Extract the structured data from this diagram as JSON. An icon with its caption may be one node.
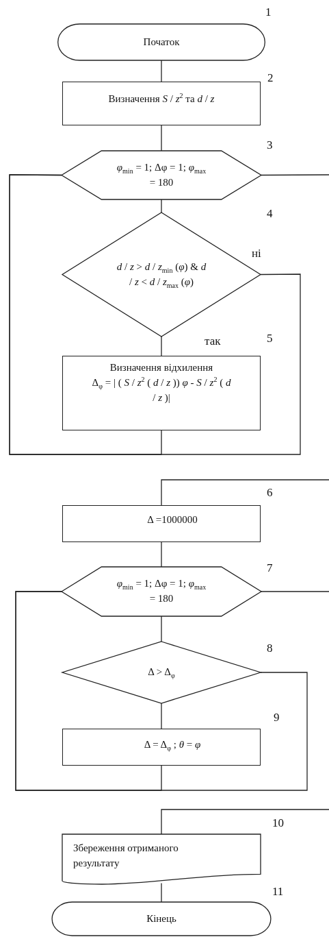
{
  "diagram": {
    "nodes": [
      {
        "text": [
          "Початок"
        ],
        "beside": [
          "1"
        ]
      },
      {
        "text": [
          "Визначення *S* / *z*$^{2}$ та *d* / *z*"
        ],
        "beside": [
          "2"
        ]
      },
      {
        "text": [
          "*φ*$_{min}$ = 1; Δφ = 1; *φ*$_{max}$ = 180"
        ],
        "beside": [
          "3"
        ]
      },
      {
        "text": [
          "*d* / *z* > *d* / *z*$_{min}$ (*φ*) & *d* / *z* < *d* / *z*$_{max}$ (*φ*)"
        ],
        "beside": [
          "4"
        ]
      },
      {
        "text": [
          "Визначення відхилення",
          "Δ$_{φ}$ = | ( *S* / *z*$^{2}$ ( *d* / *z* )) *φ* - *S* / *z*$^{2}$ ( *d* / *z* )|"
        ]
      },
      {
        "text": [
          "Δ =1000000"
        ],
        "beside": [
          "6"
        ]
      },
      {
        "text": [
          "*φ*$_{min}$ = 1; Δφ = 1; *φ*$_{max}$ = 180"
        ],
        "beside": [
          "7"
        ]
      },
      {
        "text": [
          "Δ > Δ$_{φ}$"
        ],
        "beside": [
          "8"
        ]
      },
      {
        "text": [
          "Δ = Δ$_{φ}$ ; *θ* = *φ*"
        ],
        "beside": [
          "9"
        ]
      },
      {
        "text": [
          "Збереження отриманого результату"
        ],
        "beside": [
          "10"
        ]
      },
      {
        "text": [
          "Кінець"
        ],
        "beside": [
          "11"
        ]
      }
    ],
    "edges": [
      {
        "from": 0,
        "to": 1,
        "arrow": "none"
      },
      {
        "from": 1,
        "to": 2,
        "arrow": "none"
      },
      {
        "from": 2,
        "to": 3,
        "arrow": "none"
      },
      {
        "from": 3,
        "to": 4,
        "arrow": "none",
        "label": "так"
      },
      {
        "from": 4,
        "to": 2,
        "arrow": "none"
      },
      {
        "from": 3,
        "to": 2,
        "arrow": "none",
        "label": "ні"
      },
      {
        "from": 2,
        "to": null,
        "arrow": "none"
      },
      {
        "from": null,
        "to": 5,
        "arrow": "none"
      },
      {
        "from": 5,
        "to": 6,
        "arrow": "none"
      },
      {
        "from": 6,
        "to": 7,
        "arrow": "none"
      },
      {
        "from": 7,
        "to": 8,
        "arrow": "none"
      },
      {
        "from": 8,
        "to": 6,
        "arrow": "none"
      },
      {
        "from": 7,
        "to": 6,
        "arrow": "none"
      },
      {
        "from": 6,
        "to": null,
        "arrow": "none"
      },
      {
        "from": null,
        "to": 9,
        "arrow": "none"
      },
      {
        "from": 9,
        "to": 10,
        "arrow": "none"
      }
    ],
    "labels": [
      "5"
    ]
  }
}
